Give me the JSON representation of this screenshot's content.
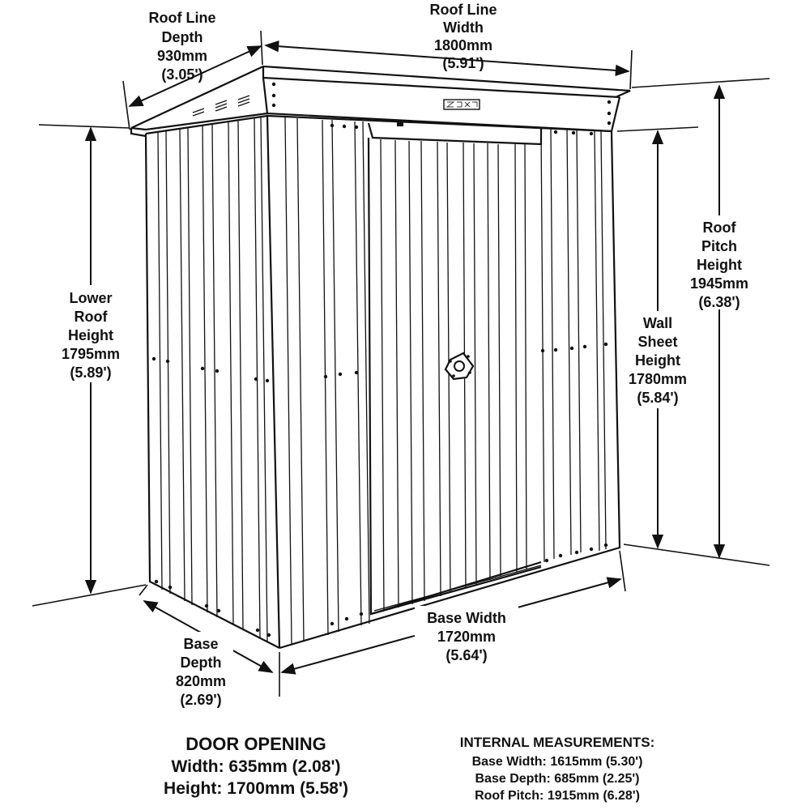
{
  "dimensions": {
    "roof_line_depth": {
      "label_1": "Roof Line",
      "label_2": "Depth",
      "mm": "930mm",
      "ft": "(3.05')"
    },
    "roof_line_width": {
      "label_1": "Roof Line",
      "label_2": "Width",
      "mm": "1800mm",
      "ft": "(5.91')"
    },
    "roof_pitch_height": {
      "label_1": "Roof",
      "label_2": "Pitch",
      "label_3": "Height",
      "mm": "1945mm",
      "ft": "(6.38')"
    },
    "lower_roof_height": {
      "label_1": "Lower",
      "label_2": "Roof",
      "label_3": "Height",
      "mm": "1795mm",
      "ft": "(5.89')"
    },
    "wall_sheet_height": {
      "label_1": "Wall",
      "label_2": "Sheet",
      "label_3": "Height",
      "mm": "1780mm",
      "ft": "(5.84')"
    },
    "base_width": {
      "label_1": "Base Width",
      "mm": "1720mm",
      "ft": "(5.64')"
    },
    "base_depth": {
      "label_1": "Base",
      "label_2": "Depth",
      "mm": "820mm",
      "ft": "(2.69')"
    }
  },
  "door_opening": {
    "title": "DOOR OPENING",
    "width": "Width: 635mm (2.08')",
    "height": "Height: 1700mm (5.58')"
  },
  "internal_measurements": {
    "title": "INTERNAL MEASUREMENTS:",
    "base_width": "Base Width: 1615mm (5.30')",
    "base_depth": "Base Depth: 685mm (2.25')",
    "roof_pitch": "Roof Pitch: 1915mm (6.28')"
  },
  "icons": {
    "handle": "door-handle-icon",
    "logo": "brand-logo-icon"
  },
  "colors": {
    "line": "#111111",
    "background": "#ffffff"
  }
}
